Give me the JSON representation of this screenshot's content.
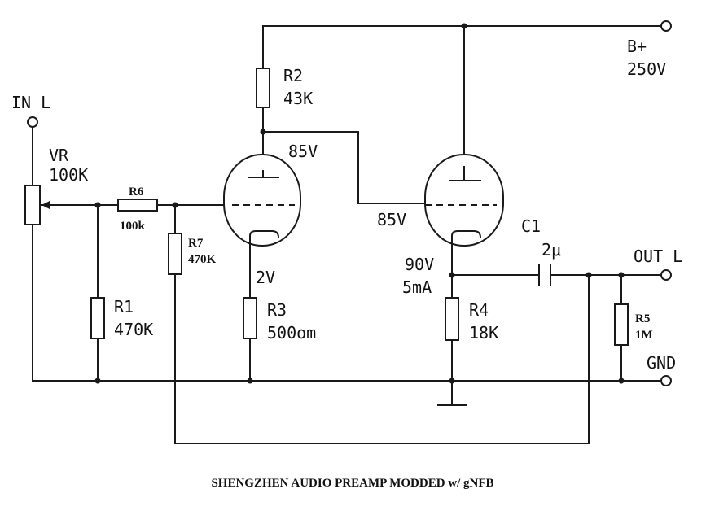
{
  "labels": {
    "in_l": "IN L",
    "vr_name": "VR",
    "vr_value": "100K",
    "r6_name": "R6",
    "r6_value": "100k",
    "r7_name": "R7",
    "r7_value": "470K",
    "r1_name": "R1",
    "r1_value": "470K",
    "r2_name": "R2",
    "r2_value": "43K",
    "v1_plate": "85V",
    "v1_cathode": "2V",
    "r3_name": "R3",
    "r3_value": "500om",
    "v2_grid": "85V",
    "v2_cathode_v": "90V",
    "v2_cathode_i": "5mA",
    "r4_name": "R4",
    "r4_value": "18K",
    "c1_name": "C1",
    "c1_value": "2μ",
    "b_plus": "B+",
    "b_plus_v": "250V",
    "out_l": "OUT L",
    "r5_name": "R5",
    "r5_value": "1M",
    "gnd": "GND"
  },
  "caption": "SHENGZHEN AUDIO PREAMP MODDED w/ gNFB"
}
